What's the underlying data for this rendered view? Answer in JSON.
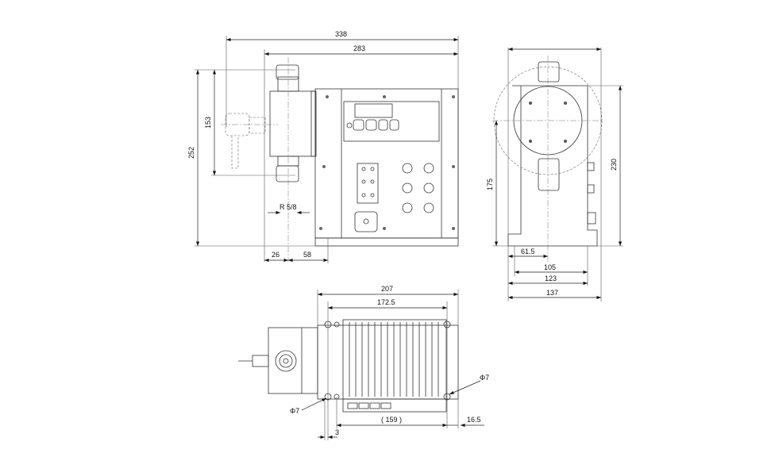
{
  "front_view": {
    "dims": {
      "overall_width": "338",
      "body_width": "283",
      "overall_height": "252",
      "port_spacing": "153",
      "thread": "R 5/8",
      "offset_left": "26",
      "offset_right": "58"
    }
  },
  "side_view": {
    "dims": {
      "height": "230",
      "axis_height": "175",
      "axis_offset": "61.5",
      "w1": "105",
      "w2": "123",
      "w3": "137"
    }
  },
  "top_view": {
    "dims": {
      "length": "207",
      "hole_spacing": "172.5",
      "hole_dia_left": "Φ7",
      "hole_dia_right": "Φ7",
      "base_length": "( 159 )",
      "edge_offset": "16.5",
      "small_offset": "3"
    }
  }
}
